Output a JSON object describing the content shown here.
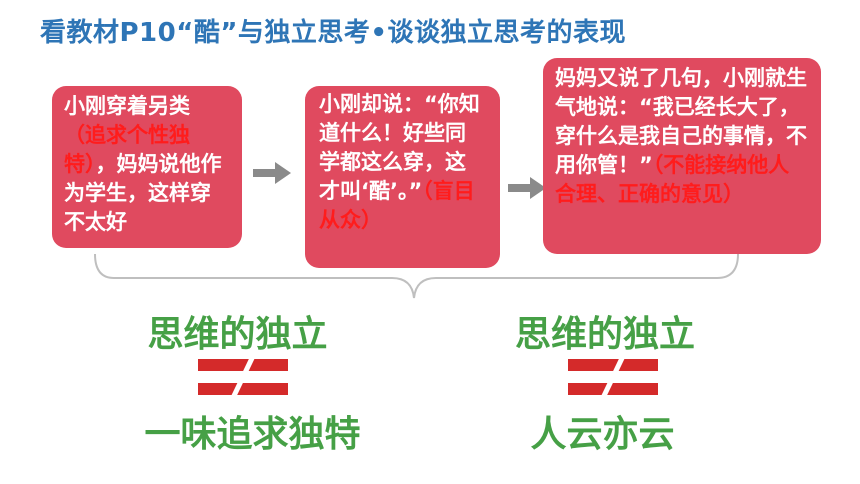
{
  "title": "看教材P10“酷”与独立思考•谈谈独立思考的表现",
  "box1": {
    "text_a": "小刚穿着另类",
    "text_hl": "（追求个性独特）",
    "text_b": "，妈妈说他作为学生，这样穿不太好"
  },
  "box2": {
    "text_a": "小刚却说：“你知道什么！好些同学都这么穿，这才叫‘酷’。”",
    "text_hl": "（盲目从众）"
  },
  "box3": {
    "text_a": "妈妈又说了几句，小刚就生气地说：“我已经长大了，穿什么是我自己的事情，不用你管！”",
    "text_hl": "（不能接纳他人合理、正确的意见）"
  },
  "left": {
    "top": "思维的独立",
    "bottom": "一味追求独特"
  },
  "right": {
    "top": "思维的独立",
    "bottom": "人云亦云"
  },
  "colors": {
    "title": "#2e75b6",
    "box": "#e04a5f",
    "highlight": "#ff1c1c",
    "green": "#46a046",
    "neq": "#d42a2a"
  }
}
